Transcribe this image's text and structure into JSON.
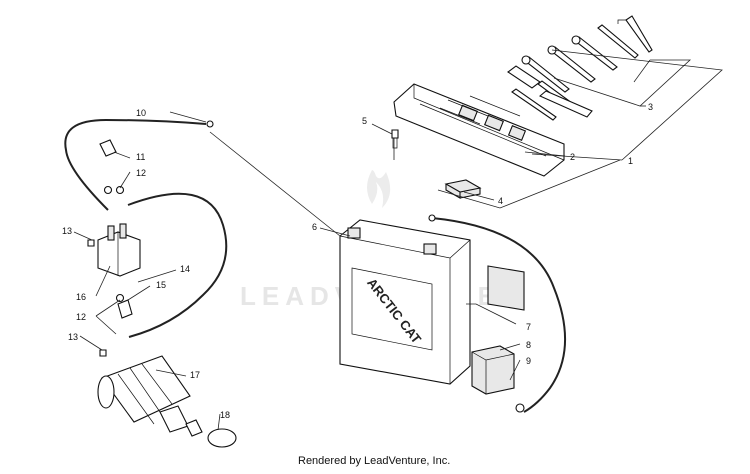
{
  "watermark": "LEADVENTURE",
  "footer": "Rendered by LeadVenture, Inc.",
  "battery_brand": "ARCTIC CAT",
  "callouts": [
    "1",
    "2",
    "3",
    "4",
    "5",
    "6",
    "7",
    "8",
    "9",
    "10",
    "11",
    "12",
    "12",
    "13",
    "13",
    "14",
    "15",
    "16",
    "17",
    "18"
  ]
}
